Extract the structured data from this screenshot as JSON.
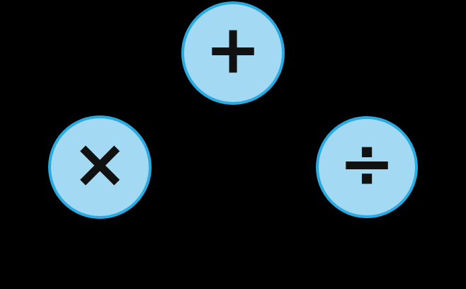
{
  "figure": {
    "description": "Three blue circles showing arithmetic operation symbols on a black background",
    "background_color": "#000000",
    "circle_fill_color": "#A3D9F2",
    "circle_border_color": "#29ABE2",
    "symbol_color": "#111111"
  },
  "nodes": [
    {
      "operation": "add",
      "symbol": "+",
      "icon": "plus-icon",
      "position": "top-center"
    },
    {
      "operation": "multiply",
      "symbol": "×",
      "icon": "multiply-icon",
      "position": "bottom-left"
    },
    {
      "operation": "divide",
      "symbol": "÷",
      "icon": "divide-icon",
      "position": "bottom-right"
    }
  ]
}
